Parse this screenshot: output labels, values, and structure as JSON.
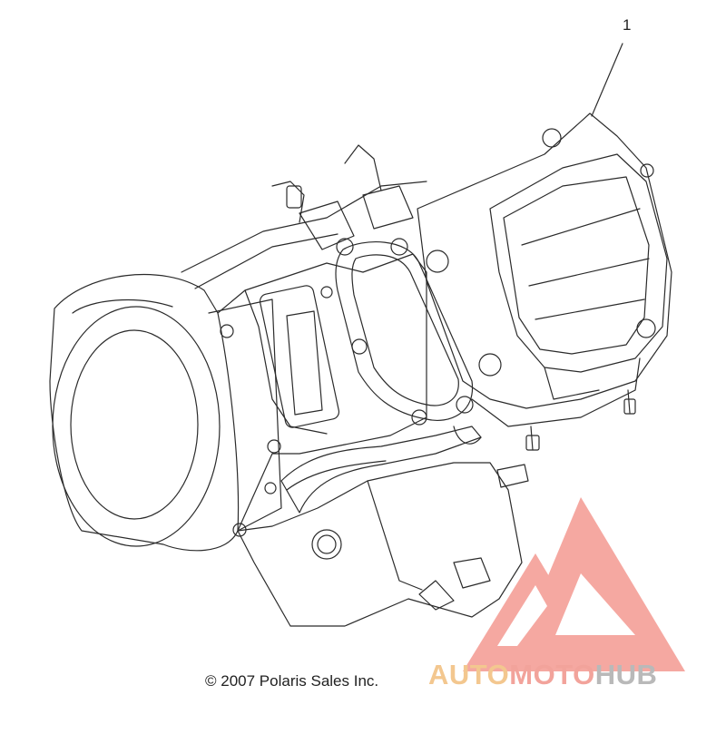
{
  "callout": {
    "label": "1"
  },
  "footer": {
    "copyright": "© 2007 Polaris Sales Inc."
  },
  "watermark": {
    "part1": "AUTO",
    "part2": "MOTO",
    "part3": "HUB",
    "colors": {
      "auto": "#f3c78f",
      "moto": "#f2a39b",
      "hub": "#b9b9b9",
      "logo": "#f28b82"
    }
  },
  "colors": {
    "line": "#2b2b2b",
    "background": "#ffffff"
  }
}
